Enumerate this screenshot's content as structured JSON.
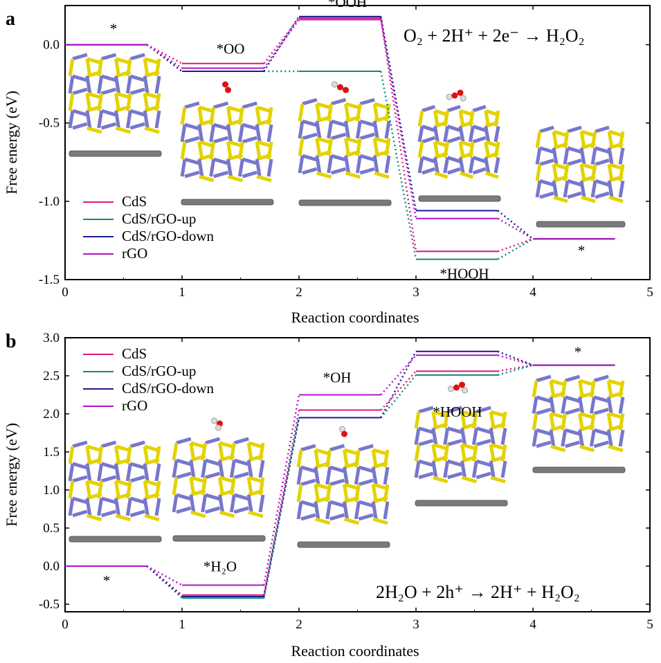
{
  "chart_data": [
    {
      "type": "line",
      "panel_label": "a",
      "xlabel": "Reaction coordinates",
      "ylabel": "Free energy (eV)",
      "xlim": [
        0,
        5
      ],
      "ylim": [
        -1.5,
        0.25
      ],
      "xticks": [
        "0",
        "1",
        "2",
        "3",
        "4",
        "5"
      ],
      "yticks": [
        "-1.5",
        "-1.0",
        "-0.5",
        "0.0"
      ],
      "equation": "O₂ + 2H⁺ + 2e⁻ → H₂O₂",
      "annotations": [
        "*",
        "*OO",
        "*OOH",
        "*HOOH",
        "*"
      ],
      "legend_position": "bottom-left",
      "series": [
        {
          "name": "CdS",
          "color": "#e0157e",
          "values": [
            0.0,
            -0.12,
            0.17,
            -1.32,
            -1.24
          ]
        },
        {
          "name": "CdS/rGO-up",
          "color": "#12877e",
          "values": [
            0.0,
            -0.17,
            -0.17,
            -1.37,
            -1.24
          ]
        },
        {
          "name": "CdS/rGO-down",
          "color": "#1a1a8e",
          "values": [
            0.0,
            -0.17,
            0.18,
            -1.06,
            -1.24
          ]
        },
        {
          "name": "rGO",
          "color": "#b312c6",
          "values": [
            0.0,
            -0.15,
            0.16,
            -1.11,
            -1.24
          ]
        }
      ]
    },
    {
      "type": "line",
      "panel_label": "b",
      "xlabel": "Reaction coordinates",
      "ylabel": "Free energy (eV)",
      "xlim": [
        0,
        5
      ],
      "ylim": [
        -0.6,
        3.0
      ],
      "xticks": [
        "0",
        "1",
        "2",
        "3",
        "4",
        "5"
      ],
      "yticks": [
        "-0.5",
        "0.0",
        "0.5",
        "1.0",
        "1.5",
        "2.0",
        "2.5",
        "3.0"
      ],
      "equation": "2H₂O + 2h⁺ → 2H⁺ + H₂O₂",
      "annotations": [
        "*",
        "*H₂O",
        "*OH",
        "*HOOH",
        "*"
      ],
      "legend_position": "top-left",
      "series": [
        {
          "name": "CdS",
          "color": "#e0157e",
          "values": [
            0.0,
            -0.38,
            2.05,
            2.56,
            2.64
          ]
        },
        {
          "name": "CdS/rGO-up",
          "color": "#12877e",
          "values": [
            0.0,
            -0.42,
            1.95,
            2.51,
            2.64
          ]
        },
        {
          "name": "CdS/rGO-down",
          "color": "#1a1a8e",
          "values": [
            0.0,
            -0.4,
            1.95,
            2.82,
            2.64
          ]
        },
        {
          "name": "rGO",
          "color": "#b312c6",
          "values": [
            0.0,
            -0.25,
            2.25,
            2.77,
            2.64
          ]
        }
      ]
    }
  ]
}
